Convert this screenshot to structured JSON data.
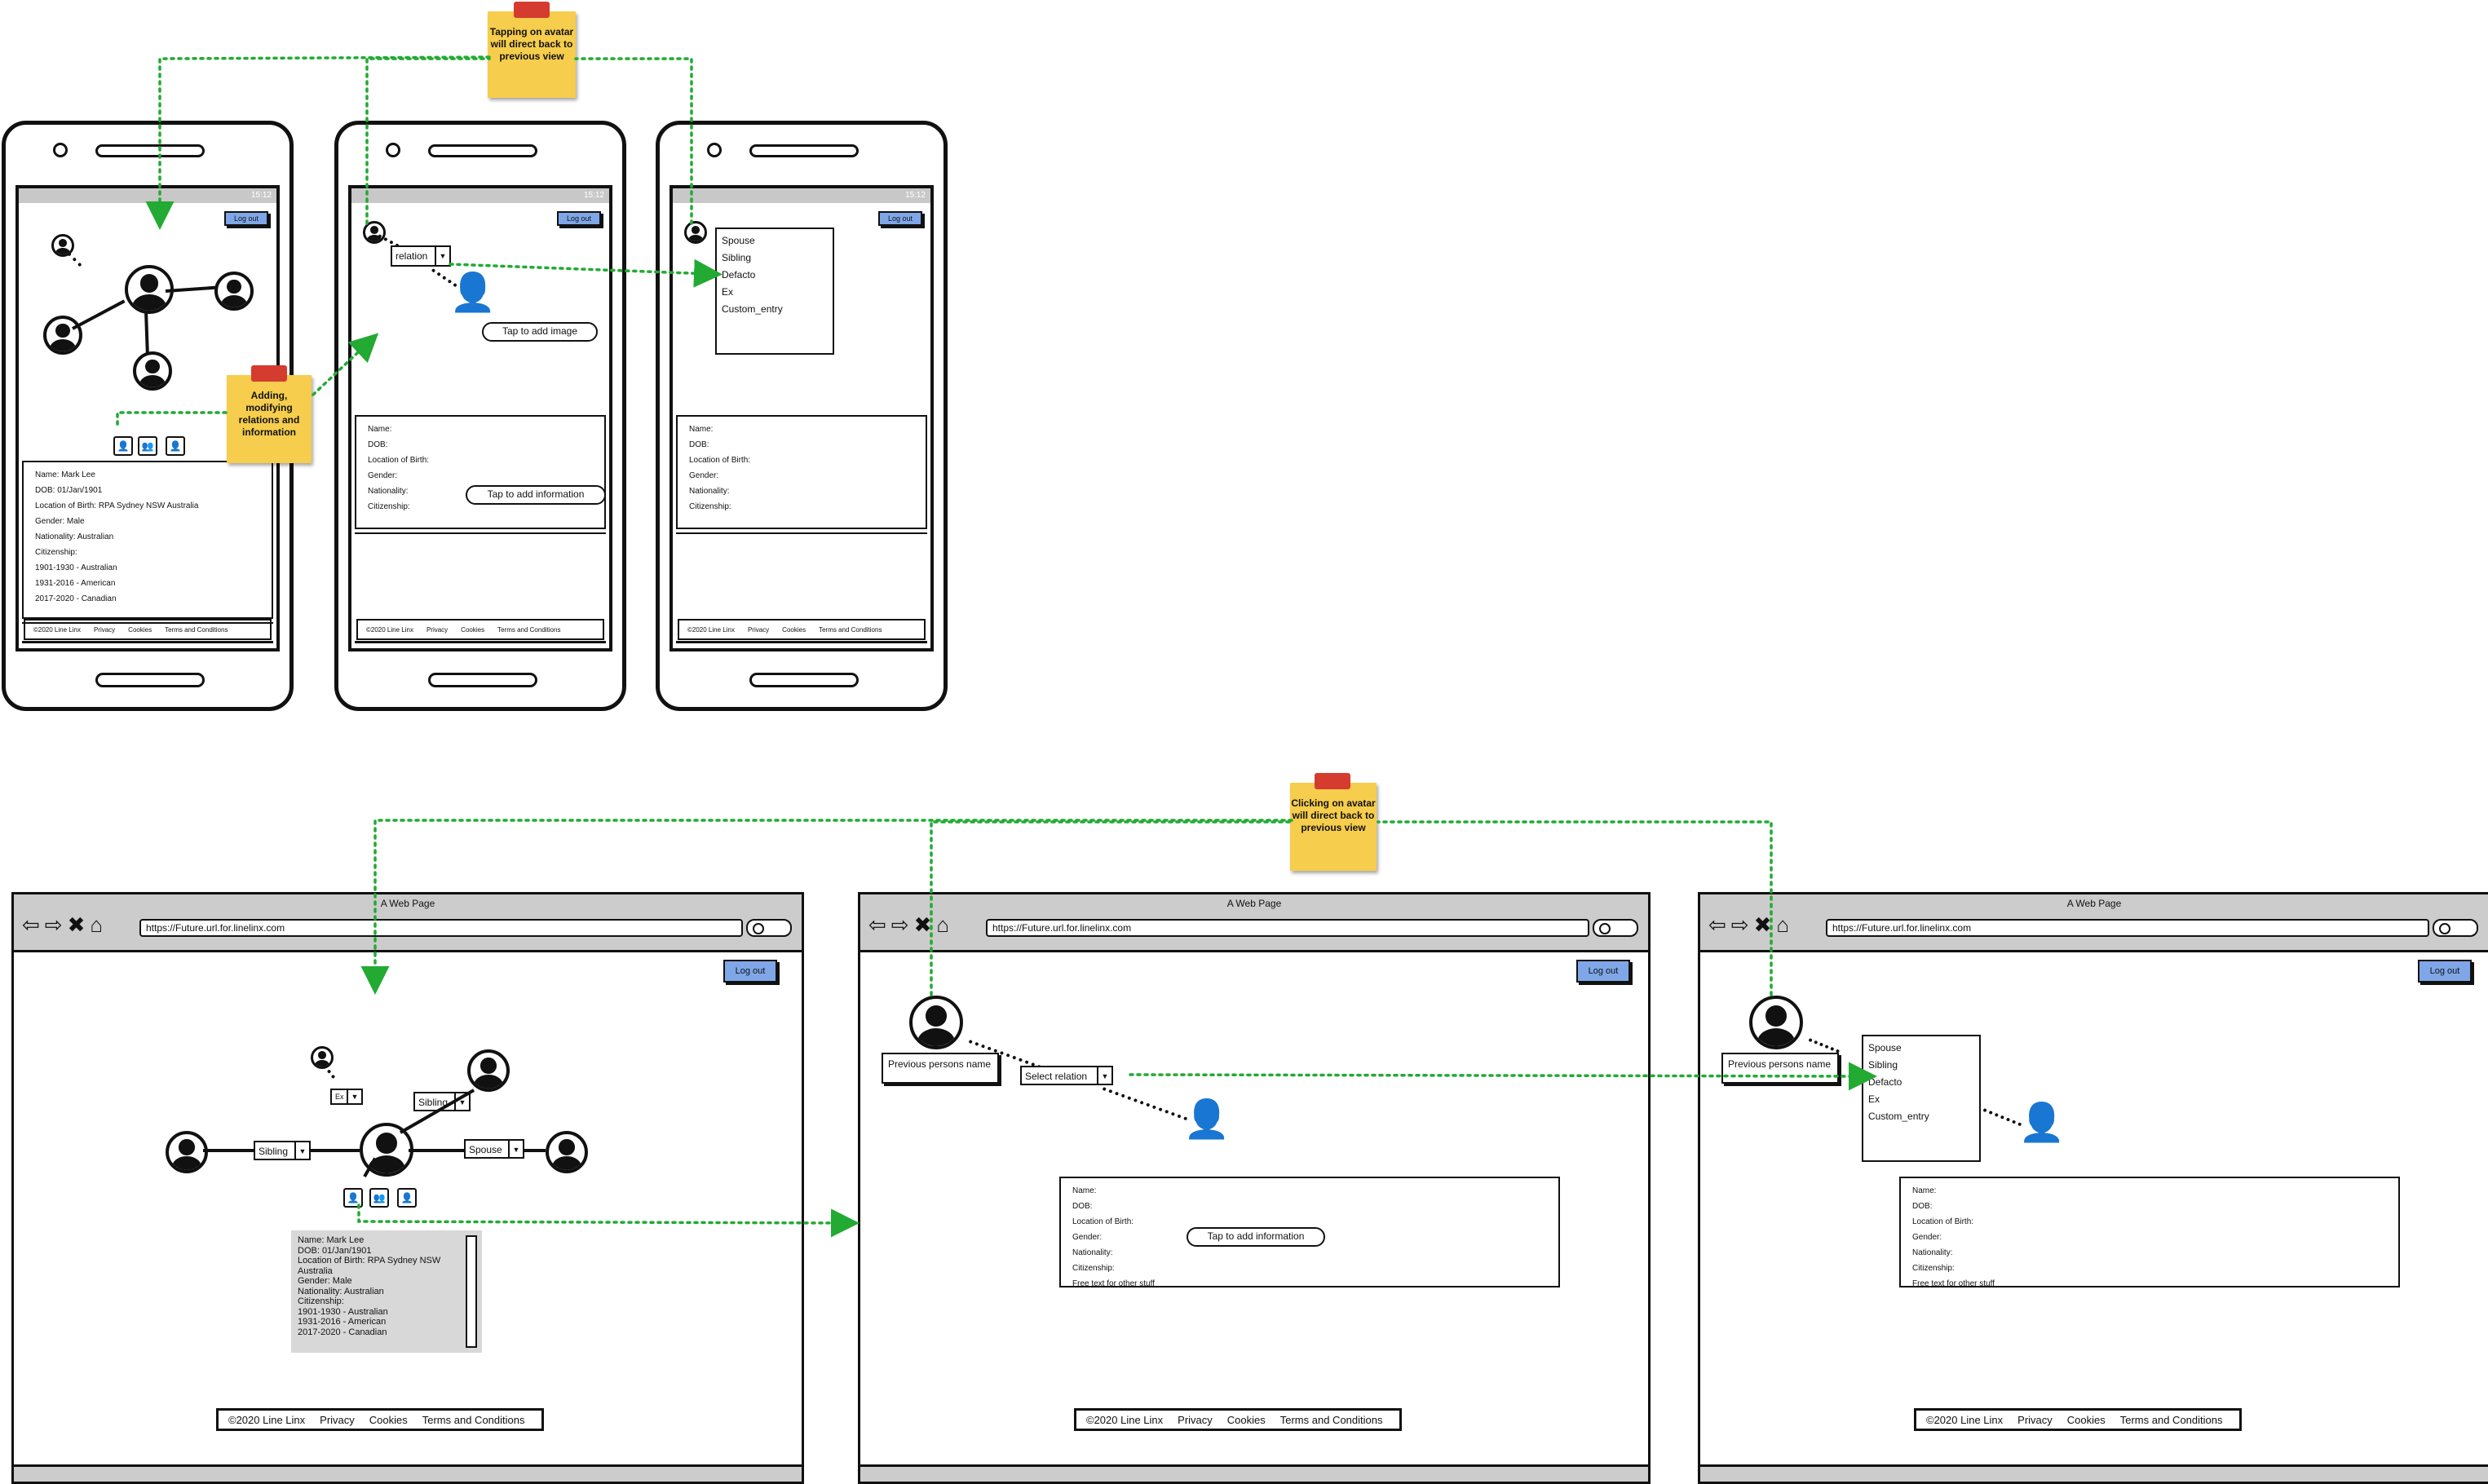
{
  "notes": {
    "tapping": "Tapping on avatar will direct back to previous view",
    "adding": "Adding, modifying relations and information",
    "clicking": "Clicking on avatar will direct back to previous view"
  },
  "mobile": {
    "time": "15:12",
    "logout": "Log out",
    "screen1": {
      "info": [
        "Name: Mark Lee",
        "DOB: 01/Jan/1901",
        "Location of Birth: RPA Sydney NSW Australia",
        "Gender: Male",
        "Nationality: Australian",
        "Citizenship:",
        "1901-1930 - Australian",
        "1931-2016 - American",
        "2017-2020 - Canadian"
      ]
    },
    "screen2": {
      "relation": "relation",
      "tap_image": "Tap to add image",
      "tap_info": "Tap to add information",
      "fields": [
        "Name:",
        "DOB:",
        "Location of Birth:",
        "Gender:",
        "Nationality:",
        "Citizenship:"
      ]
    },
    "screen3": {
      "options": [
        "Spouse",
        "Sibling",
        "Defacto",
        "Ex",
        "Custom_entry"
      ]
    },
    "footer": [
      "©2020 Line Linx",
      "Privacy",
      "Cookies",
      "Terms and Conditions"
    ]
  },
  "web": {
    "title": "A Web Page",
    "url": "https://Future.url.for.linelinx.com",
    "logout": "Log out",
    "screen1": {
      "labels": {
        "ex": "Ex",
        "sibling_top": "Sibling",
        "sibling_left": "Sibling",
        "spouse": "Spouse"
      },
      "info": [
        "Name: Mark Lee",
        "DOB: 01/Jan/1901",
        "Location of Birth: RPA Sydney NSW",
        "Australia",
        "Gender: Male",
        "Nationality: Australian",
        "Citizenship:",
        "1901-1930 - Australian",
        "1931-2016 - American",
        "2017-2020 - Canadian"
      ]
    },
    "screen2": {
      "prev_name": "Previous persons name",
      "select": "Select relation",
      "tap_info": "Tap to add information",
      "fields": [
        "Name:",
        "DOB:",
        "Location of Birth:",
        "Gender:",
        "Nationality:",
        "Citizenship:",
        "Free text for other stuff"
      ]
    },
    "screen3": {
      "prev_name": "Previous persons name",
      "options": [
        "Spouse",
        "Sibling",
        "Defacto",
        "Ex",
        "Custom_entry"
      ],
      "fields": [
        "Name:",
        "DOB:",
        "Location of Birth:",
        "Gender:",
        "Nationality:",
        "Citizenship:",
        "Free text for other stuff"
      ]
    },
    "footer": [
      "©2020 Line Linx",
      "Privacy",
      "Cookies",
      "Terms and Conditions"
    ]
  },
  "colors": {
    "connector": "#22aa33",
    "sticky": "#f6cd4c",
    "tape": "#d63b2f",
    "button": "#7fa7e8"
  }
}
